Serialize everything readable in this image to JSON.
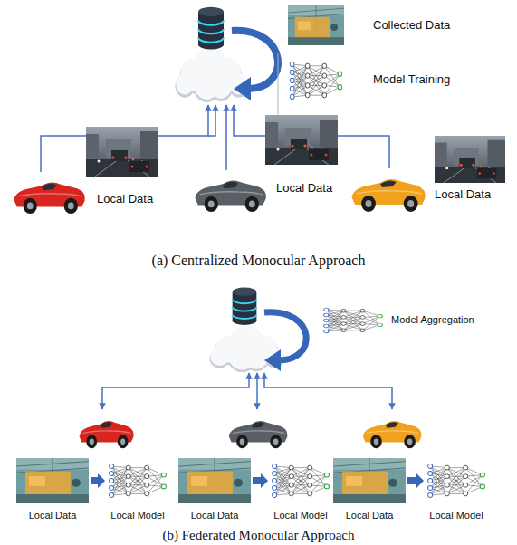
{
  "diagram": {
    "nodes": [
      {
        "text": [
          "Local Data"
        ]
      },
      {
        "text": [
          "Local Model"
        ]
      },
      {
        "text": [
          "Local Data"
        ]
      },
      {
        "text": [
          "Local Model"
        ]
      },
      {
        "text": [
          "Local Data"
        ]
      },
      {
        "text": [
          "Local Model"
        ]
      }
    ],
    "edges": [
      {
        "from": 0,
        "to": 1,
        "arrow": "to"
      },
      {
        "from": 2,
        "to": 3,
        "arrow": "to"
      },
      {
        "from": 4,
        "to": 5,
        "arrow": "to"
      }
    ],
    "labels": [
      "Collected Data",
      "Model Training",
      "Local Data",
      "Local Data",
      "Local Data",
      "(a) Centralized Monocular Approach",
      "Model Aggregation",
      "(b) Federated Monocular Approach"
    ]
  }
}
